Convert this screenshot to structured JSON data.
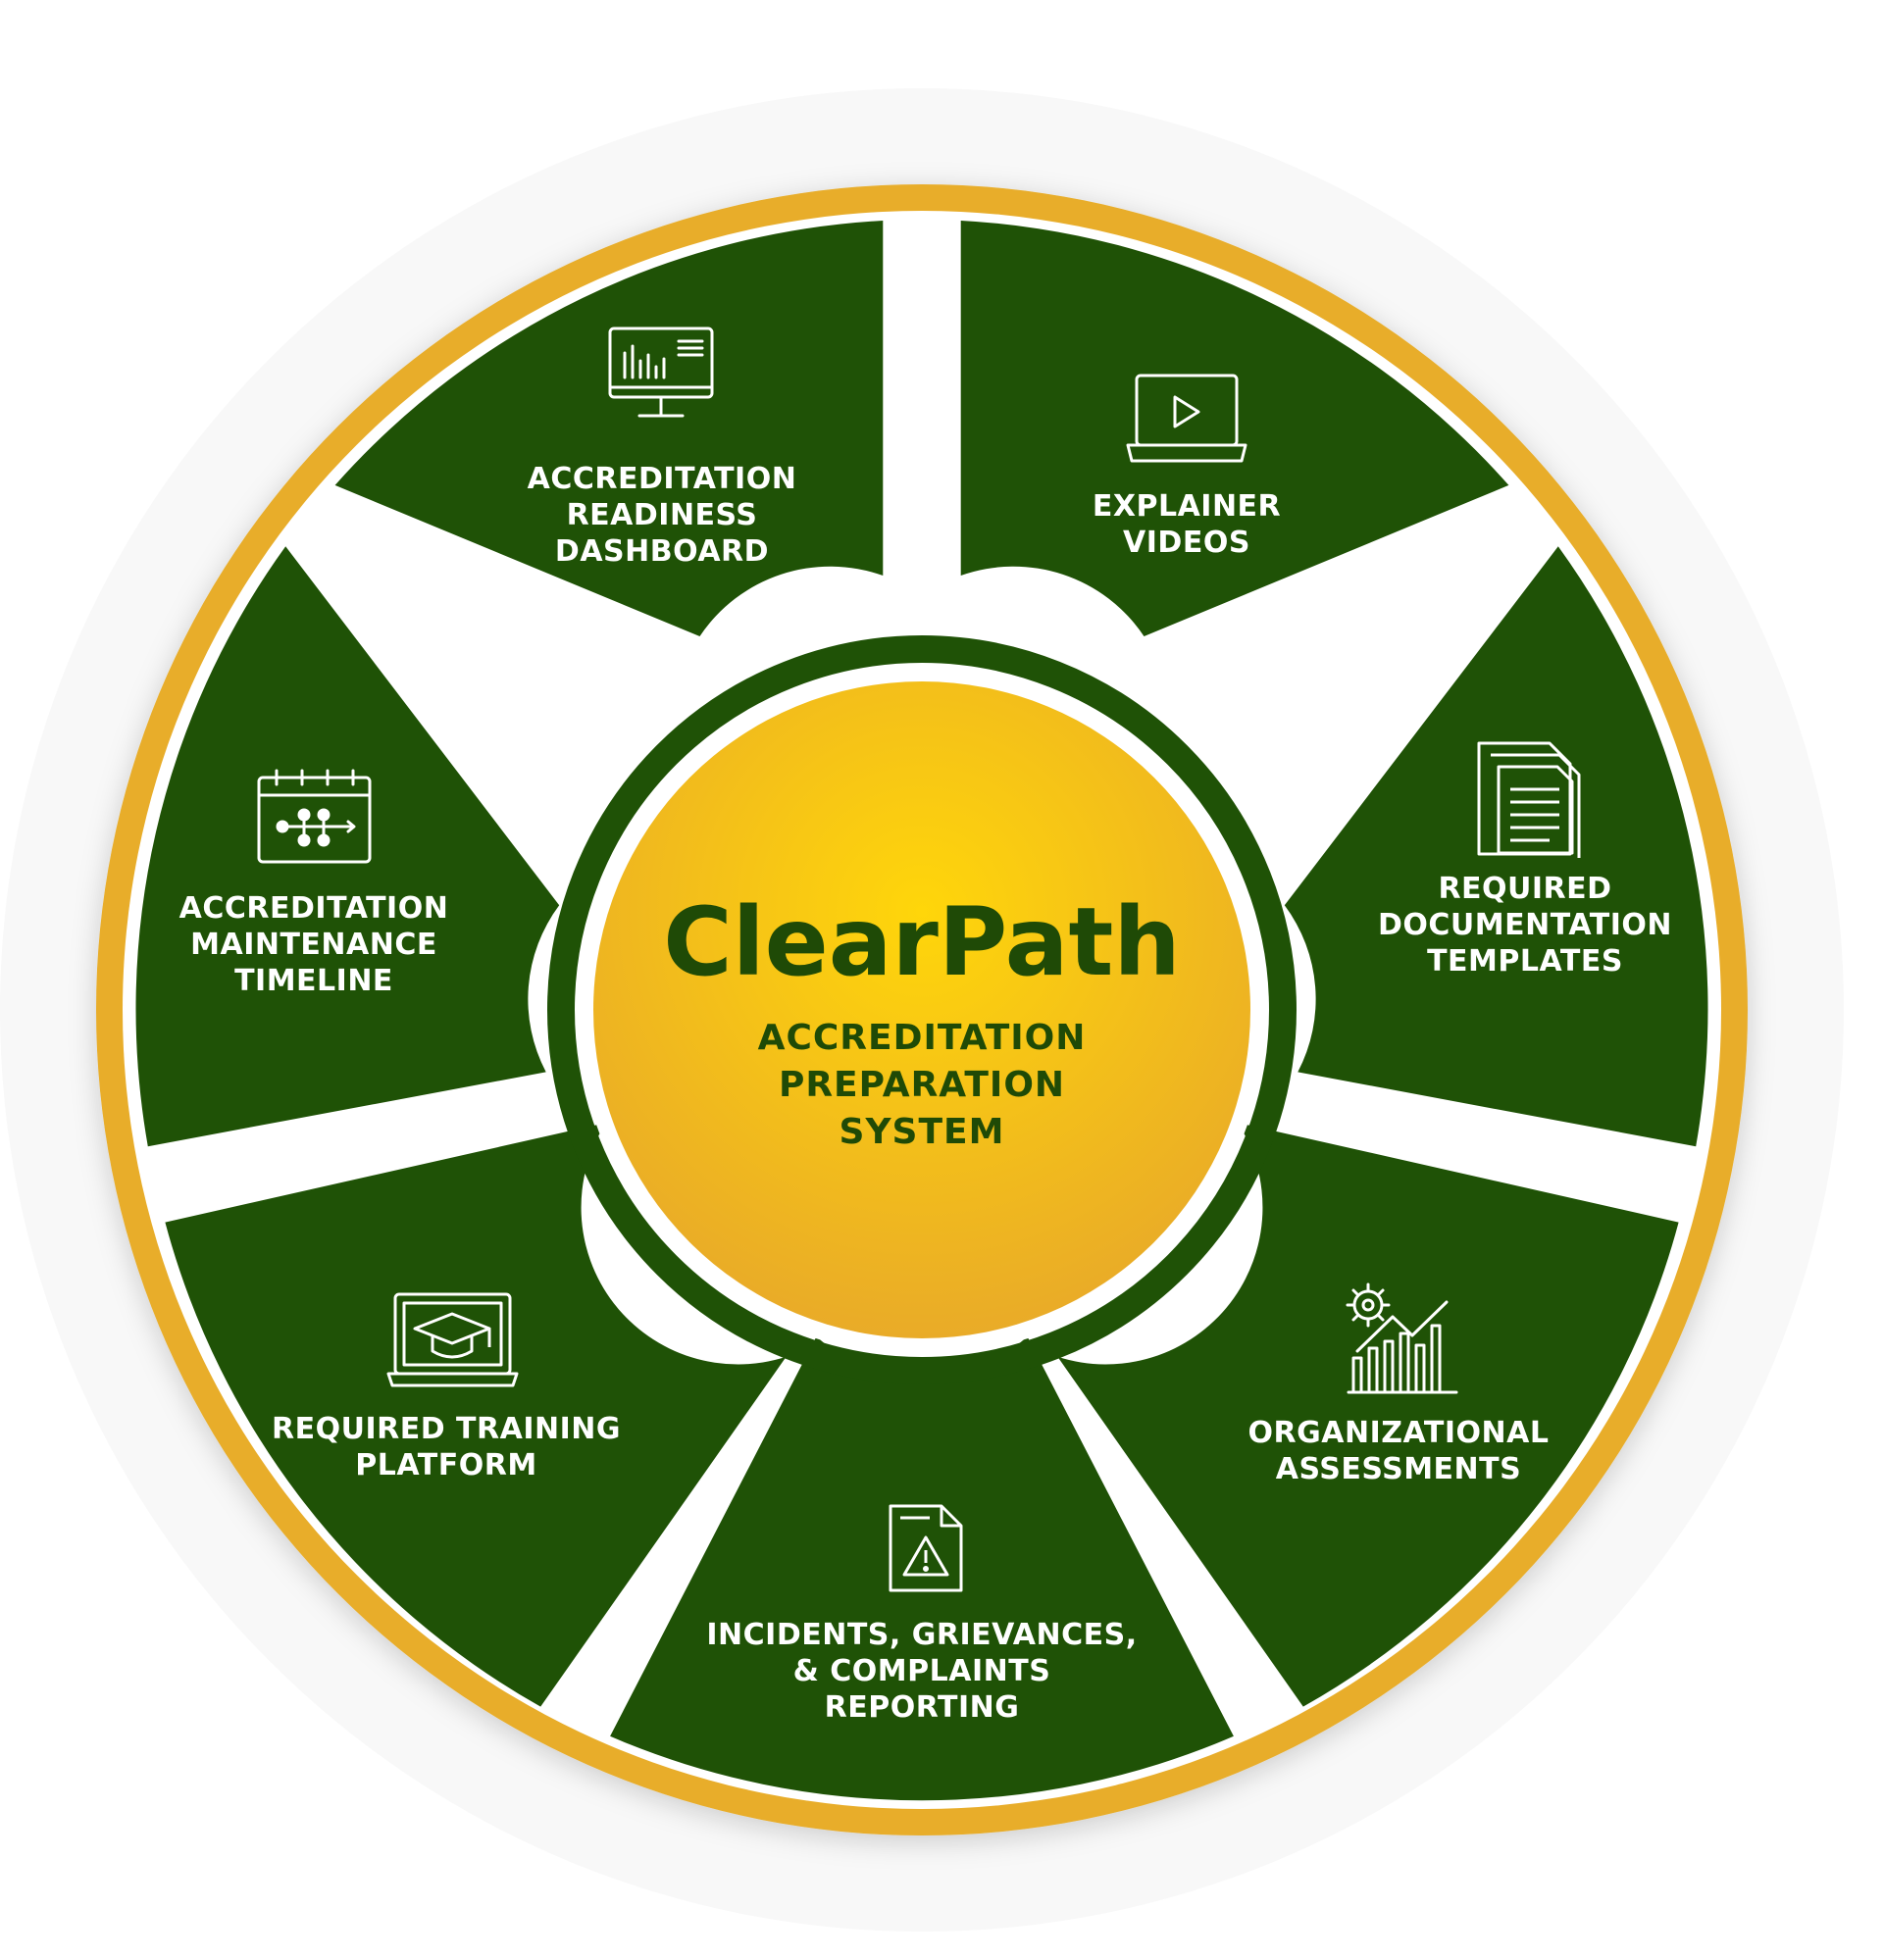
{
  "colors": {
    "ring": "#e8ad2a",
    "segment": "#1f5206",
    "gap": "#ffffff",
    "hub_light": "#ffd60a",
    "hub_dark": "#e9ab28",
    "hub_text": "#1f4a06",
    "label_text": "#ffffff"
  },
  "hub": {
    "title": "ClearPath",
    "subtitle_lines": [
      "ACCREDITATION",
      "PREPARATION",
      "SYSTEM"
    ]
  },
  "segments": [
    {
      "id": "readiness-dashboard",
      "icon": "dashboard-monitor-icon",
      "label_lines": [
        "ACCREDITATION",
        "READINESS",
        "DASHBOARD"
      ]
    },
    {
      "id": "explainer-videos",
      "icon": "video-laptop-icon",
      "label_lines": [
        "EXPLAINER",
        "VIDEOS"
      ]
    },
    {
      "id": "documentation-templates",
      "icon": "document-stack-icon",
      "label_lines": [
        "REQUIRED",
        "DOCUMENTATION",
        "TEMPLATES"
      ]
    },
    {
      "id": "organizational-assessments",
      "icon": "gear-chart-icon",
      "label_lines": [
        "ORGANIZATIONAL",
        "ASSESSMENTS"
      ]
    },
    {
      "id": "incidents-reporting",
      "icon": "warning-document-icon",
      "label_lines": [
        "INCIDENTS, GRIEVANCES,",
        "& COMPLAINTS",
        "REPORTING"
      ]
    },
    {
      "id": "training-platform",
      "icon": "graduation-laptop-icon",
      "label_lines": [
        "REQUIRED TRAINING",
        "PLATFORM"
      ]
    },
    {
      "id": "maintenance-timeline",
      "icon": "calendar-timeline-icon",
      "label_lines": [
        "ACCREDITATION",
        "MAINTENANCE",
        "TIMELINE"
      ]
    }
  ]
}
